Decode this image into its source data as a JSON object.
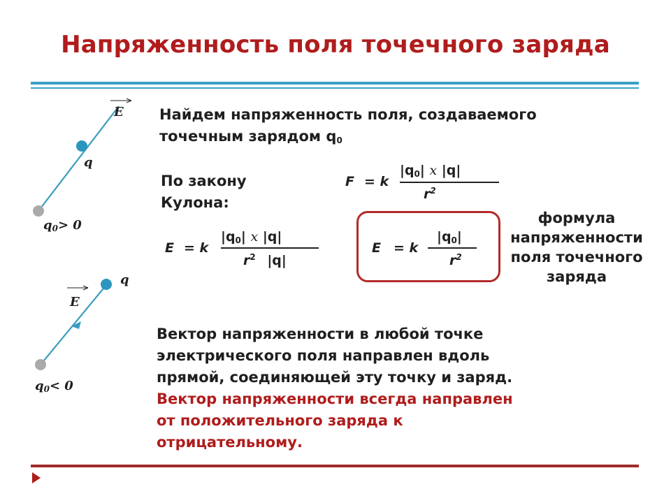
{
  "title": "Напряженность поля точечного заряда",
  "intro": {
    "line1": "Найдем напряженность поля, создаваемого",
    "line2": "точечным зарядом q",
    "line2_sub": "0"
  },
  "law": {
    "line1": "По закону",
    "line2": "Кулона:"
  },
  "formula_force": {
    "F": "F",
    "eq": "= k",
    "num_a": "|q",
    "num_a_sub": "0",
    "num_b": "|",
    "times": "x",
    "num_c": "|q|",
    "den": "r",
    "den_sup": "2"
  },
  "formula_e1": {
    "E": "E",
    "eq": "= k",
    "num_a": "|q",
    "num_a_sub": "0",
    "num_b": "|",
    "times": "x",
    "num_c": "|q|",
    "den": "r",
    "den_sup": "2",
    "den_c": "|q|"
  },
  "formula_e2": {
    "E": "E",
    "eq": "= k",
    "num_a": "|q",
    "num_a_sub": "0",
    "num_b": "|",
    "den": "r",
    "den_sup": "2"
  },
  "formula_caption": [
    "формула",
    "напряженности",
    "поля точечного",
    "заряда"
  ],
  "diagram_pos": {
    "E": "E",
    "q": "q",
    "q0": "q",
    "q0_sub": "0",
    "q0_rel": "> 0"
  },
  "diagram_neg": {
    "E": "E",
    "q": "q",
    "q0": "q",
    "q0_sub": "0",
    "q0_rel": "< 0"
  },
  "vector_text": [
    "Вектор напряженности в любой точке",
    "электрического поля направлен  вдоль",
    "прямой, соединяющей эту точку  и заряд."
  ],
  "vector_text_red": [
    "Вектор напряженности всегда  направлен",
    "от положительного заряда к",
    "отрицательному."
  ],
  "colors": {
    "title": "#b01c1c",
    "accent_blue": "#38a2c6",
    "line_blue": "#3a9cbf",
    "box_red": "#b32b2b"
  }
}
